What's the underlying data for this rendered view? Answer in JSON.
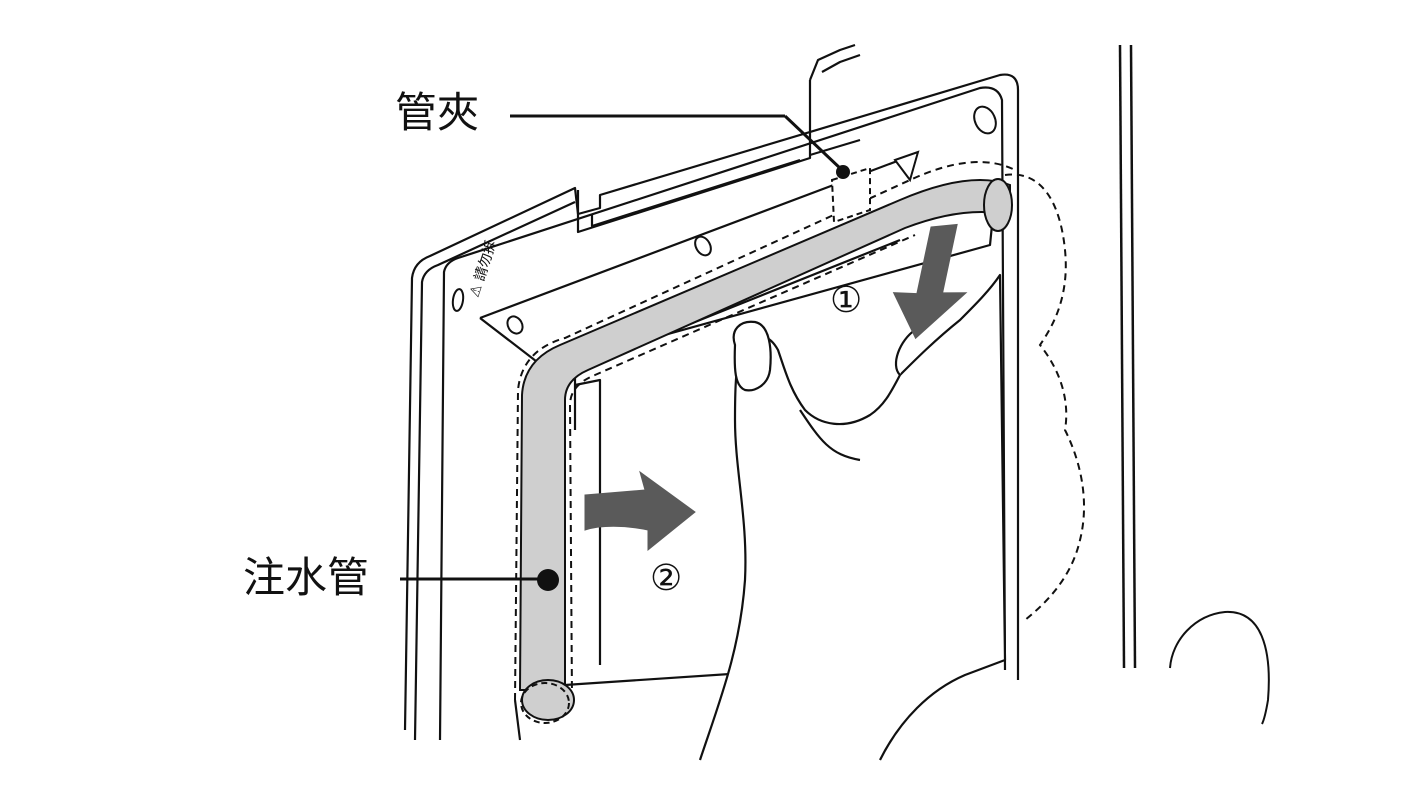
{
  "labels": {
    "clip": "管夾",
    "pipe": "注水管",
    "step1": "①",
    "step2": "②",
    "sticker": "⚠ 請勿拆"
  },
  "colors": {
    "line": "#111111",
    "pipe_fill": "#cfcfcf",
    "arrow_fill": "#5a5a5a",
    "background": "#ffffff"
  },
  "icons": {
    "arrow1": "arrow-down-icon",
    "arrow2": "arrow-right-icon"
  }
}
